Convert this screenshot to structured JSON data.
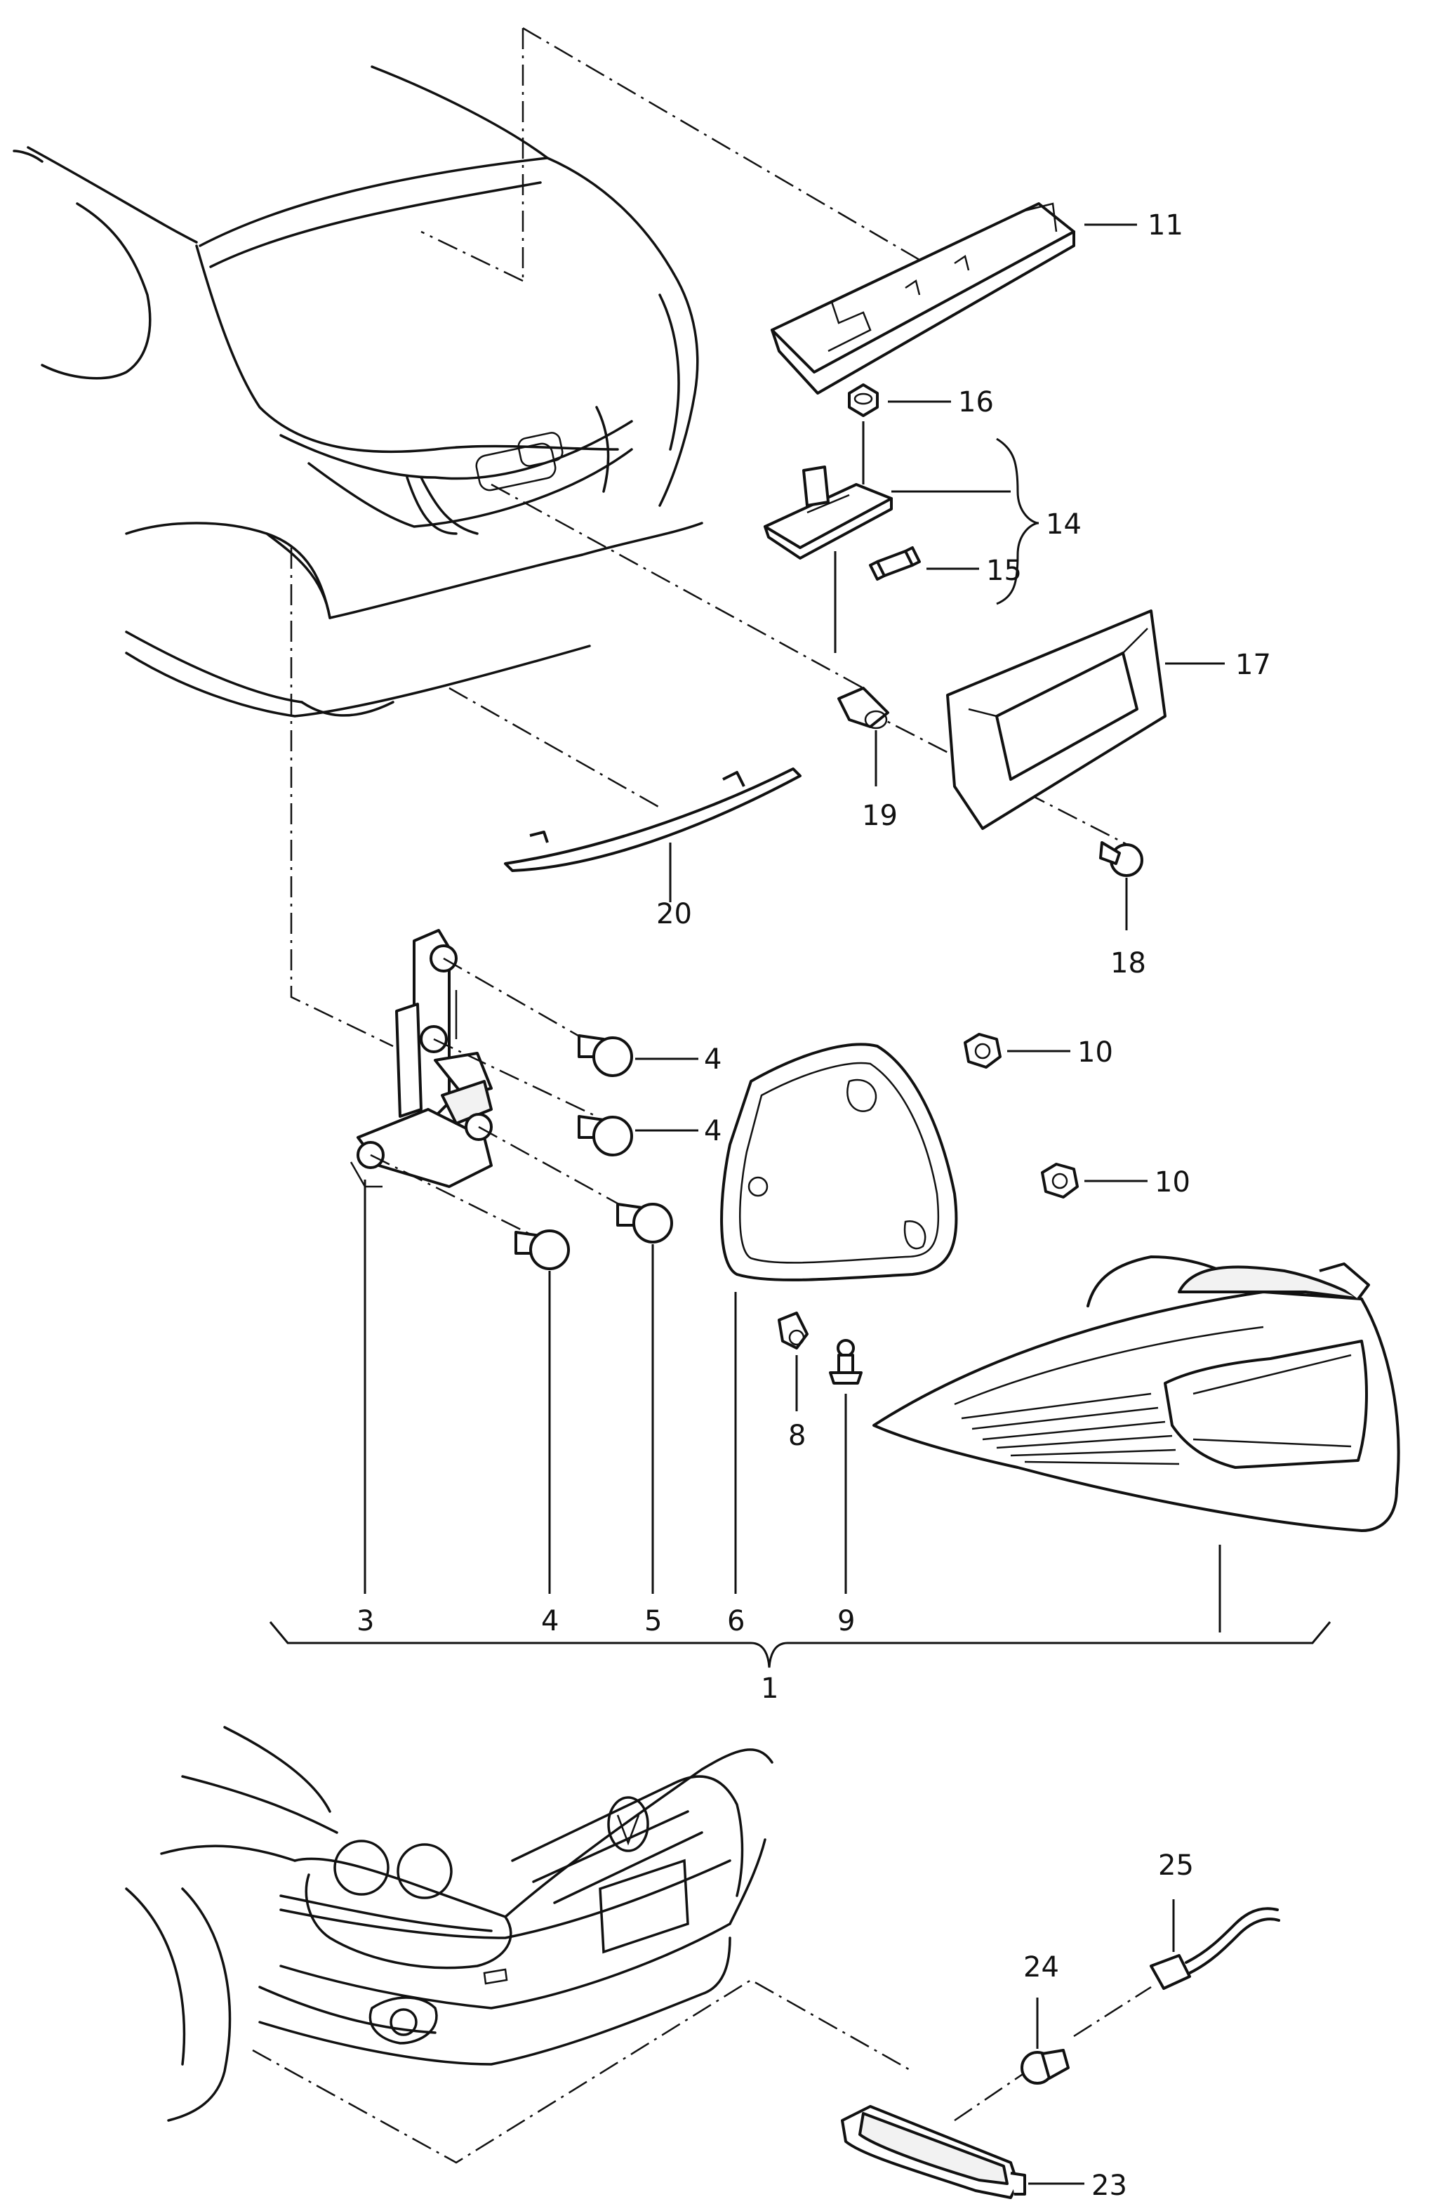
{
  "callouts": {
    "c1": "1",
    "c3": "3",
    "c4a": "4",
    "c4b": "4",
    "c4c": "4",
    "c5": "5",
    "c6": "6",
    "c8": "8",
    "c9": "9",
    "c10a": "10",
    "c10b": "10",
    "c11": "11",
    "c14": "14",
    "c15": "15",
    "c16": "16",
    "c17": "17",
    "c18": "18",
    "c19": "19",
    "c20": "20",
    "c23": "23",
    "c24": "24",
    "c25": "25"
  },
  "colors": {
    "line": "#111111",
    "background": "#ffffff"
  }
}
